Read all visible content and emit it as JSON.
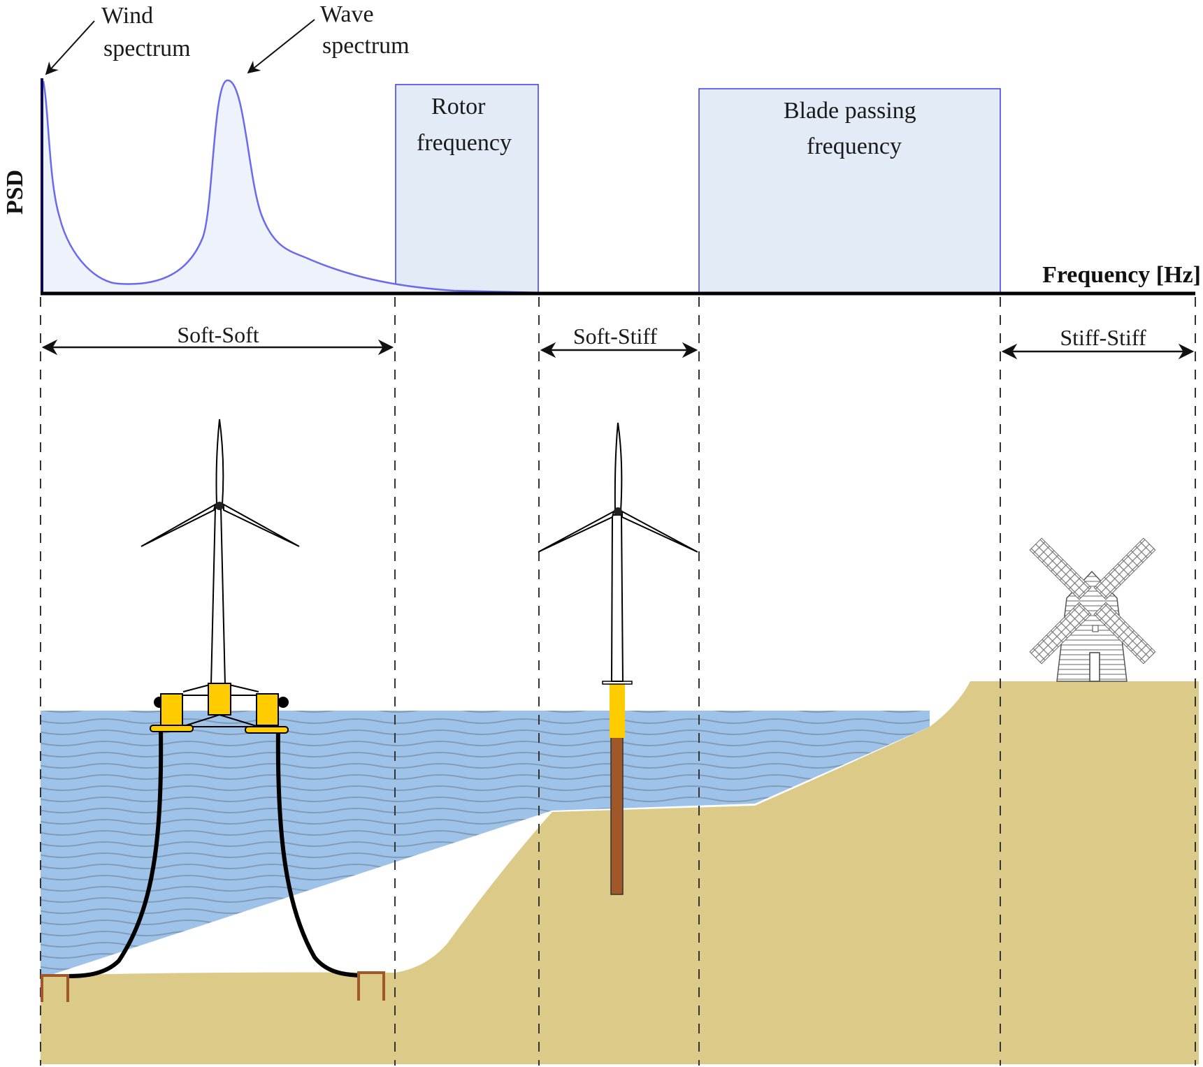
{
  "chart": {
    "y_axis_label": "PSD",
    "x_axis_label": "Frequency [Hz]",
    "annotations": [
      {
        "id": "wind",
        "lines": [
          "Wind",
          "spectrum"
        ]
      },
      {
        "id": "wave",
        "lines": [
          "Wave",
          "spectrum"
        ]
      }
    ],
    "bands": [
      {
        "id": "rotor",
        "lines": [
          "Rotor",
          "frequency"
        ]
      },
      {
        "id": "blade",
        "lines": [
          "Blade passing",
          "frequency"
        ]
      }
    ]
  },
  "regions": [
    {
      "id": "soft-soft",
      "label": "Soft-Soft"
    },
    {
      "id": "soft-stiff",
      "label": "Soft-Stiff"
    },
    {
      "id": "stiff-stiff",
      "label": "Stiff-Stiff"
    }
  ],
  "structures": [
    {
      "id": "floating-turbine",
      "type": "floating semi-submersible wind turbine with mooring lines"
    },
    {
      "id": "monopile-turbine",
      "type": "monopile-founded wind turbine"
    },
    {
      "id": "windmill",
      "type": "onshore traditional windmill"
    }
  ],
  "colors": {
    "spectrum_line": "#6a6af0",
    "spectrum_fill": "#eef2fa",
    "band_fill": "#e3ebf6",
    "band_stroke": "#3a3aee",
    "water": "#9fc3e8",
    "wave_line": "#7f9cb8",
    "seabed": "#dccb88",
    "yellow": "#ffcc00",
    "pile": "#a0582a"
  }
}
